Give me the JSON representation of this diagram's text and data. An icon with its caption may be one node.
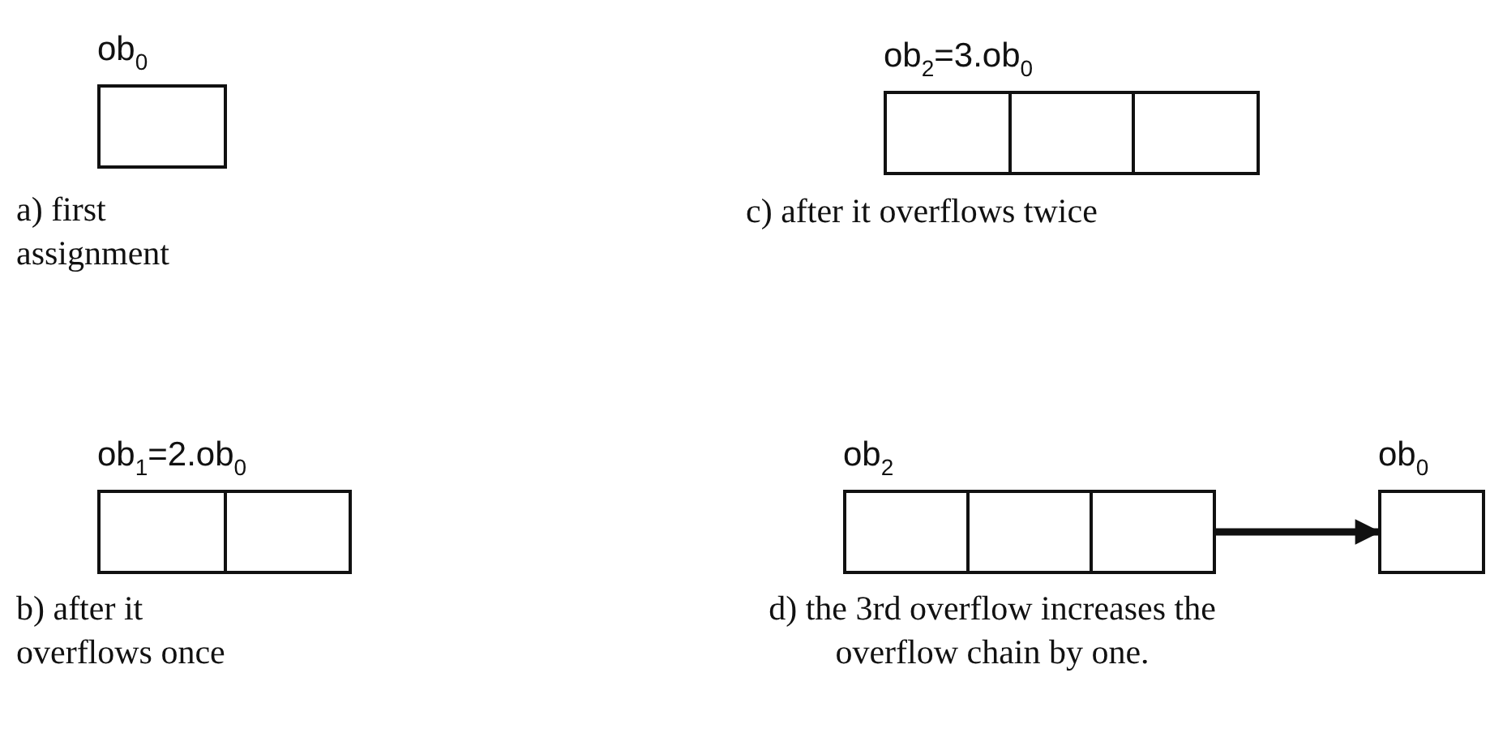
{
  "diagram": {
    "nodes": [
      {
        "text": [
          "ob$_{0}$"
        ]
      },
      {
        "text": [
          "ob$_{2}$=3.ob$_{0}$"
        ]
      },
      {
        "text": [
          "ob$_{1}$=2.ob$_{0}$"
        ]
      },
      {
        "text": [
          "ob$_{2}$"
        ]
      },
      {
        "text": [
          "ob$_{0}$"
        ]
      }
    ],
    "edges": [
      {
        "from": 3,
        "to": 4,
        "arrow": "to"
      }
    ],
    "labels": [
      "a) first assignment",
      "c) after it overflows twice",
      "b) after it overflows once",
      "d) the 3rd overflow increases the overflow chain by one."
    ]
  }
}
